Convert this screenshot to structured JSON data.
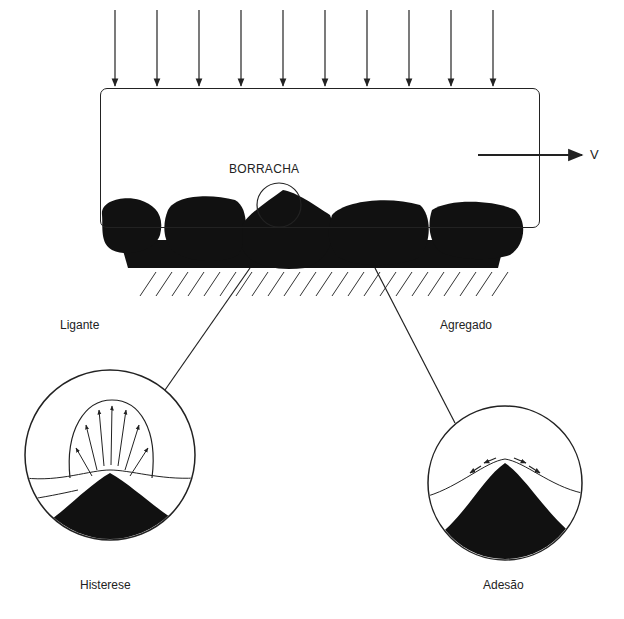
{
  "diagram": {
    "nodes": [
      {
        "text": [
          "BORRACHA"
        ]
      }
    ],
    "labels": [
      "V",
      "Ligante",
      "Agregado",
      "Histerese",
      "Adesão"
    ]
  }
}
